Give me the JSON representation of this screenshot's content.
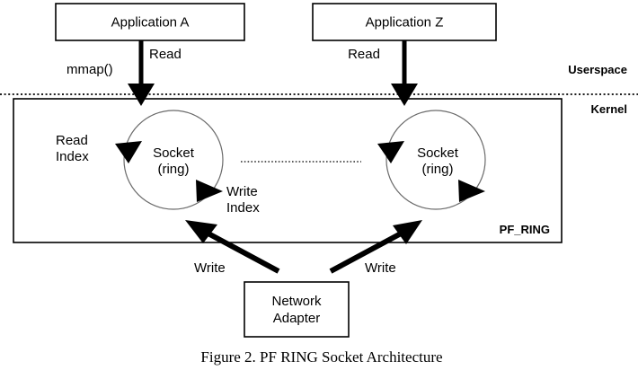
{
  "figure": {
    "caption": "Figure 2. PF  RING Socket Architecture",
    "regions": {
      "userspace_label": "Userspace",
      "kernel_label": "Kernel",
      "pfring_label": "PF_RING"
    },
    "boxes": [
      {
        "id": "application-a",
        "label": "Application A"
      },
      {
        "id": "application-z",
        "label": "Application Z"
      },
      {
        "id": "network-adapter",
        "label_line1": "Network",
        "label_line2": "Adapter"
      }
    ],
    "sockets": [
      {
        "id": "socket-left",
        "label_line1": "Socket",
        "label_line2": "(ring)",
        "read_index_line1": "Read",
        "read_index_line2": "Index",
        "write_index_line1": "Write",
        "write_index_line2": "Index"
      },
      {
        "id": "socket-right",
        "label_line1": "Socket",
        "label_line2": "(ring)"
      }
    ],
    "arrows": [
      {
        "id": "read-arrow-left",
        "label": "Read"
      },
      {
        "id": "mmap-arrow-left",
        "label": "mmap()"
      },
      {
        "id": "read-arrow-right",
        "label": "Read"
      },
      {
        "id": "write-arrow-left",
        "label": "Write"
      },
      {
        "id": "write-arrow-right",
        "label": "Write"
      }
    ],
    "colors": {
      "background": "#ffffff",
      "stroke": "#000000",
      "circle_stroke": "#6b6b6b"
    }
  }
}
